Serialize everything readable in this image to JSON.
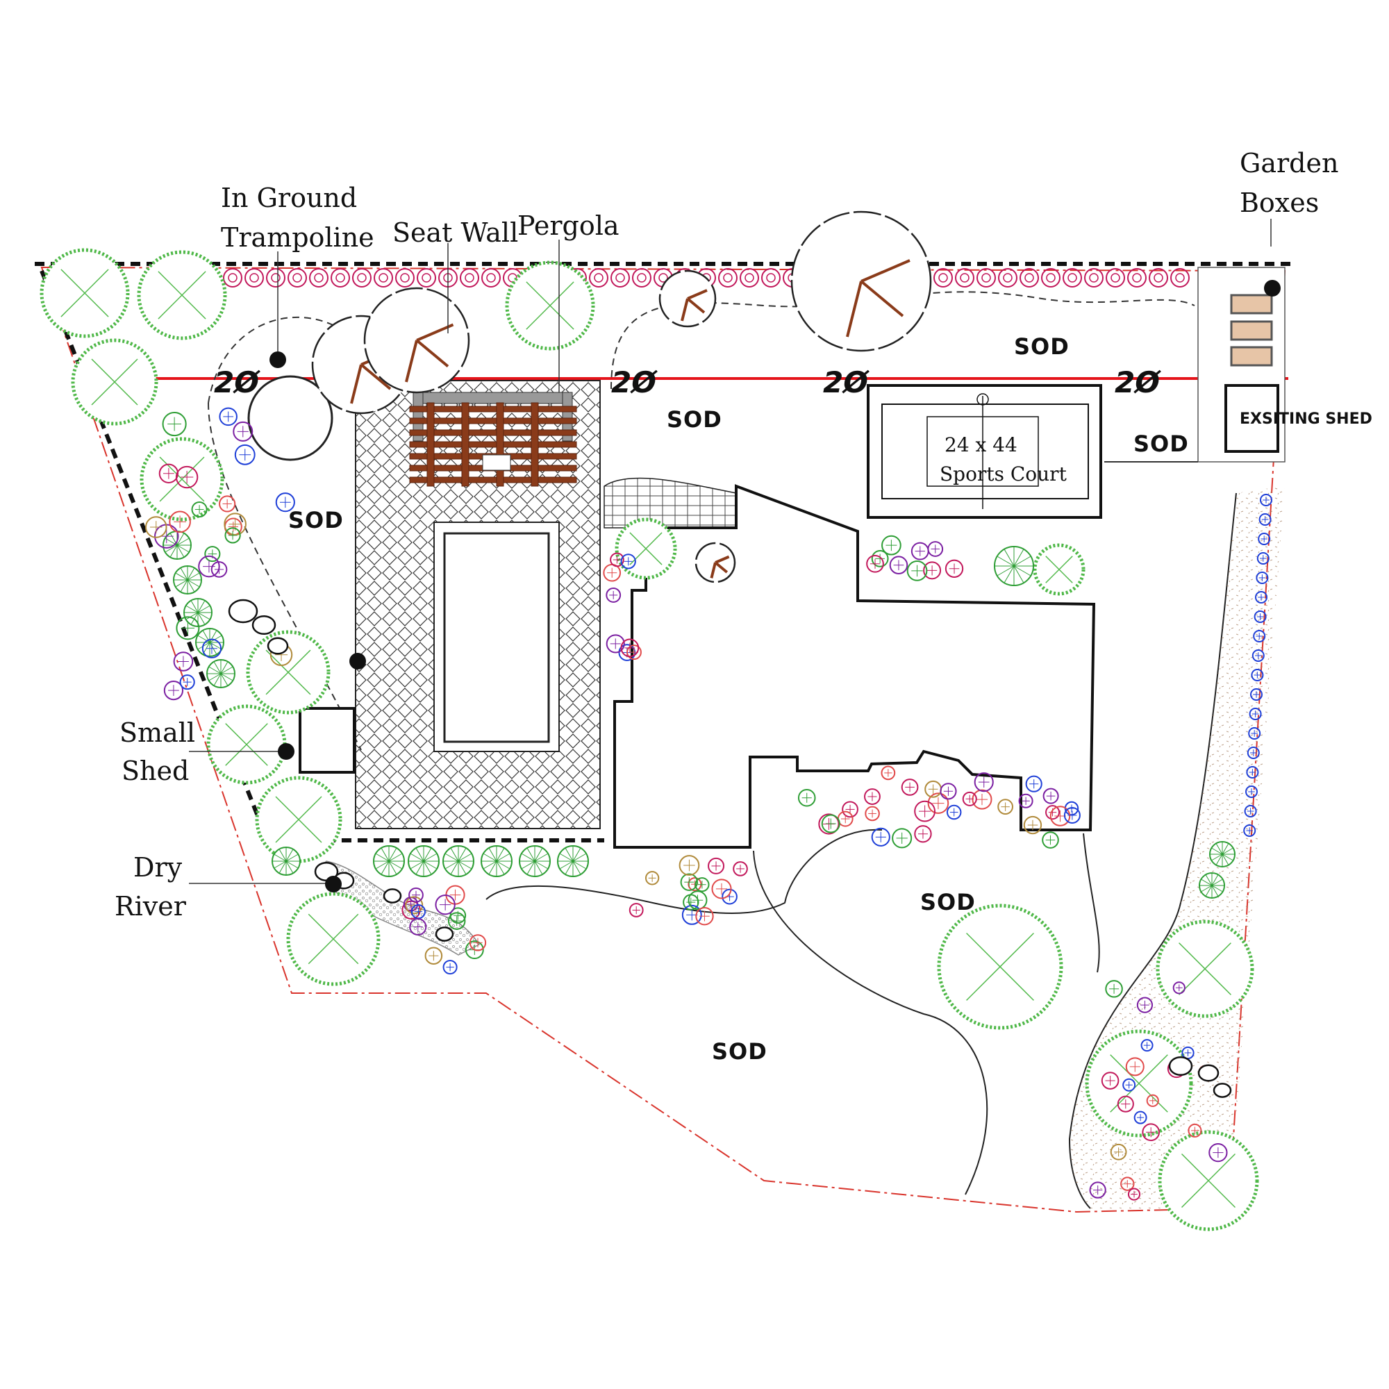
{
  "labels": {
    "in_ground_trampoline": [
      "In Ground",
      "Trampoline"
    ],
    "seat_wall": "Seat Wall",
    "pergola": "Pergola",
    "garden_boxes": [
      "Garden",
      "Boxes"
    ],
    "small_shed": [
      "Small",
      "Shed"
    ],
    "dry_river": [
      "Dry",
      "River"
    ],
    "existing_shed": "EXSITING SHED",
    "sports_court": [
      "24 x 44",
      "Sports Court"
    ],
    "sod": "SOD",
    "setback": "2Ø"
  },
  "colors": {
    "setback_line": "#e5141b",
    "property_line": "#d9342c",
    "shrub_green": "#2e9e35",
    "tree_green": "#4fb848",
    "flower_pink": "#c2185b",
    "flower_purple": "#7b1fa2",
    "flower_blue": "#1e3fd8",
    "wood_brown": "#8a3b1a",
    "outline": "#111111"
  }
}
